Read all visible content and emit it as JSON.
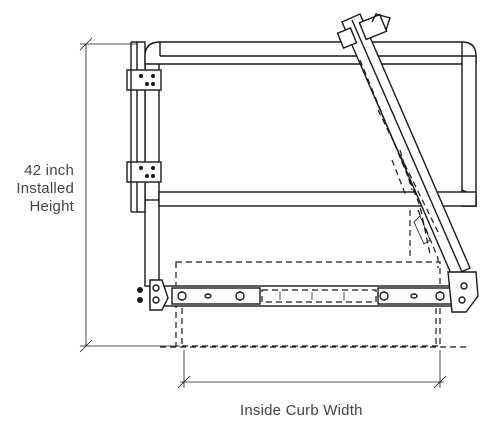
{
  "labels": {
    "height_line1": "42 inch",
    "height_line2": "Installed",
    "height_line3": "Height",
    "width": "Inside Curb Width"
  },
  "colors": {
    "line": "#1a1a1a",
    "text": "#444444",
    "background": "#ffffff"
  }
}
